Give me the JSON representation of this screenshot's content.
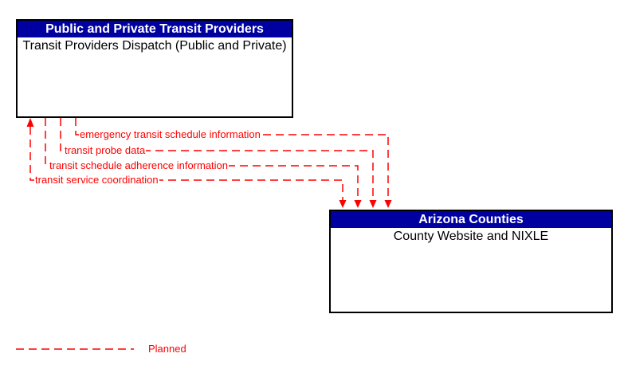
{
  "colors": {
    "header_bg": "#0000A0",
    "header_text": "#FFFFFF",
    "body_text": "#000000",
    "flow_red": "#FF0000",
    "border_black": "#000000",
    "page_bg": "#FFFFFF"
  },
  "boxes": {
    "source": {
      "header": "Public and Private Transit Providers",
      "body": "Transit Providers Dispatch (Public and Private)"
    },
    "target": {
      "header": "Arizona Counties",
      "body": "County Website and NIXLE"
    }
  },
  "flows": [
    {
      "label": "emergency transit schedule information",
      "status": "planned",
      "direction": "source-to-target"
    },
    {
      "label": "transit probe data",
      "status": "planned",
      "direction": "source-to-target"
    },
    {
      "label": "transit schedule adherence information",
      "status": "planned",
      "direction": "source-to-target"
    },
    {
      "label": "transit service coordination",
      "status": "planned",
      "direction": "bidirectional"
    }
  ],
  "legend": {
    "label": "Planned",
    "line_style": "dashed"
  }
}
